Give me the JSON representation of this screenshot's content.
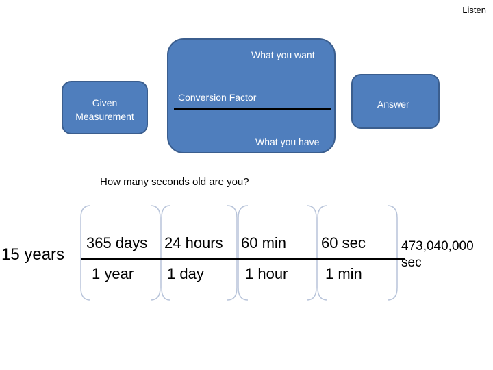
{
  "header": {
    "listen": "Listen"
  },
  "template": {
    "given": "Given Measurement",
    "conversion_factor": "Conversion Factor",
    "what_you_want": "What you want",
    "what_you_have": "What you have",
    "answer": "Answer"
  },
  "question": "How many seconds old are you?",
  "calculation": {
    "given": "15 years",
    "factors": [
      {
        "numerator": "365 days",
        "denominator": "1 year"
      },
      {
        "numerator": "24 hours",
        "denominator": "1 day"
      },
      {
        "numerator": "60 min",
        "denominator": "1 hour"
      },
      {
        "numerator": "60 sec",
        "denominator": "1 min"
      }
    ],
    "answer": "473,040,000 sec"
  },
  "colors": {
    "box_fill": "#4f7ebd",
    "box_border": "#3b5e8e",
    "bracket": "#b8c4da"
  }
}
